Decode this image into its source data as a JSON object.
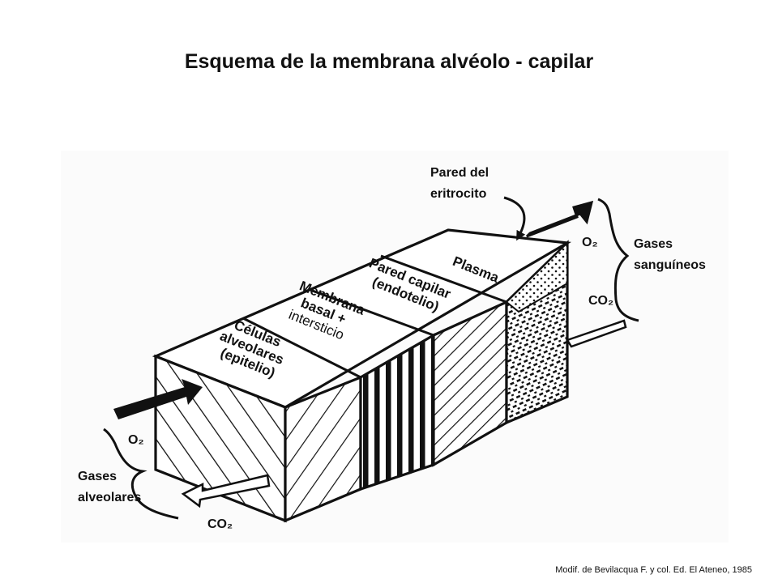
{
  "title": "Esquema de la membrana alvéolo - capilar",
  "credit": "Modif. de Bevilacqua F. y col. Ed. El Ateneo, 1985",
  "layers": {
    "epitelio": [
      "Células",
      "alveolares",
      "(epitelio)"
    ],
    "membrana": [
      "Membrana",
      "basal +",
      "intersticio"
    ],
    "endotelio": [
      "Pared capilar",
      "(endotelio)"
    ],
    "plasma": "Plasma"
  },
  "labels": {
    "pared_eritrocito": [
      "Pared del",
      "eritrocito"
    ],
    "gases_sanguineos": [
      "Gases",
      "sanguíneos"
    ],
    "gases_alveolares": [
      "Gases",
      "alveolares"
    ],
    "o2_right": "O₂",
    "co2_right": "CO₂",
    "o2_left": "O₂",
    "co2_left": "CO₂"
  }
}
